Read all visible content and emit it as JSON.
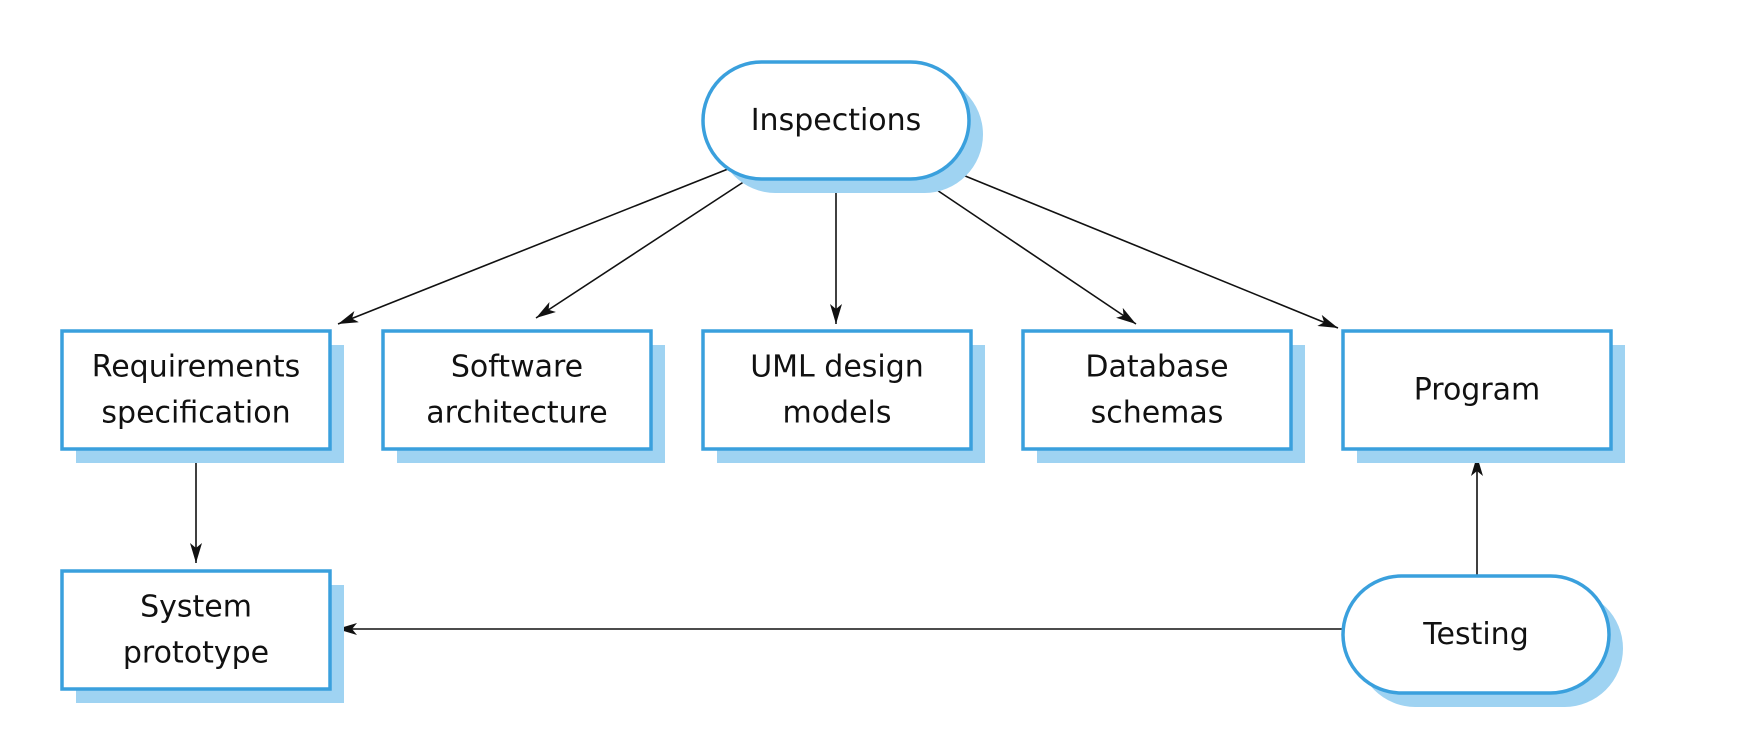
{
  "colors": {
    "border": "#3aa0dd",
    "shadow": "#9fd3f2",
    "fill": "#ffffff",
    "line": "#111111"
  },
  "nodes": {
    "inspections": {
      "lines": [
        "Inspections"
      ],
      "shape": "rounded"
    },
    "requirements": {
      "lines": [
        "Requirements",
        "specification"
      ],
      "shape": "box"
    },
    "architecture": {
      "lines": [
        "Software",
        "architecture"
      ],
      "shape": "box"
    },
    "uml": {
      "lines": [
        "UML design",
        "models"
      ],
      "shape": "box"
    },
    "database": {
      "lines": [
        "Database",
        "schemas"
      ],
      "shape": "box"
    },
    "program": {
      "lines": [
        "Program"
      ],
      "shape": "box"
    },
    "prototype": {
      "lines": [
        "System",
        "prototype"
      ],
      "shape": "box"
    },
    "testing": {
      "lines": [
        "Testing"
      ],
      "shape": "rounded"
    }
  },
  "edges": [
    {
      "from": "inspections",
      "to": "requirements"
    },
    {
      "from": "inspections",
      "to": "architecture"
    },
    {
      "from": "inspections",
      "to": "uml"
    },
    {
      "from": "inspections",
      "to": "database"
    },
    {
      "from": "inspections",
      "to": "program"
    },
    {
      "from": "requirements",
      "to": "prototype"
    },
    {
      "from": "testing",
      "to": "program"
    },
    {
      "from": "testing",
      "to": "prototype"
    }
  ]
}
